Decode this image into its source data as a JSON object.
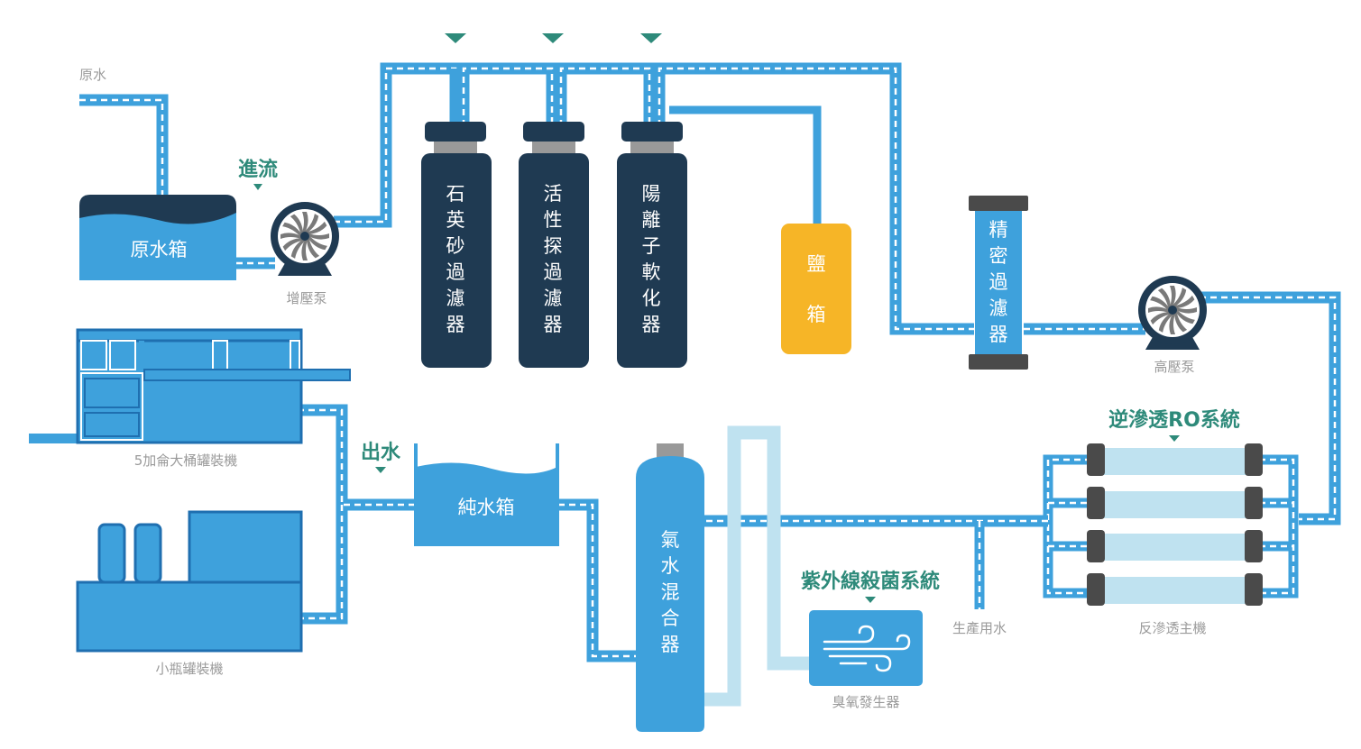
{
  "colors": {
    "pipe": "#3ea1dc",
    "pipe_light": "#bfe2f0",
    "dash": "#ffffff",
    "navy": "#1f3a52",
    "tank_blue": "#3ea1dc",
    "salt_yellow": "#f6b527",
    "teal": "#2e8a7a",
    "gray_text": "#9a9a9a",
    "dark_cap": "#4a4a4a",
    "membrane": "#bfe2f0"
  },
  "labels": {
    "raw_water": "原水",
    "inflow": "進流",
    "raw_tank": "原水箱",
    "booster_pump": "增壓泵",
    "quartz_filter": "石英砂過濾器",
    "carbon_filter": "活性探過濾器",
    "cation_softener": "陽離子軟化器",
    "salt_box": "鹽箱",
    "precision_filter": "精密過濾器",
    "high_pressure_pump": "高壓泵",
    "ro_system": "逆滲透RO系統",
    "ro_main": "反滲透主機",
    "production_water": "生產用水",
    "uv_system": "紫外線殺菌系統",
    "ozone_generator": "臭氧發生器",
    "mixer": "氣水混合器",
    "pure_tank": "純水箱",
    "outlet": "出水",
    "barrel_filler": "5加侖大桶罐裝機",
    "bottle_filler": "小瓶罐裝機"
  },
  "icons": {
    "pump": "pump-icon",
    "wind": "wind-icon",
    "arrow": "arrow-down-icon"
  }
}
